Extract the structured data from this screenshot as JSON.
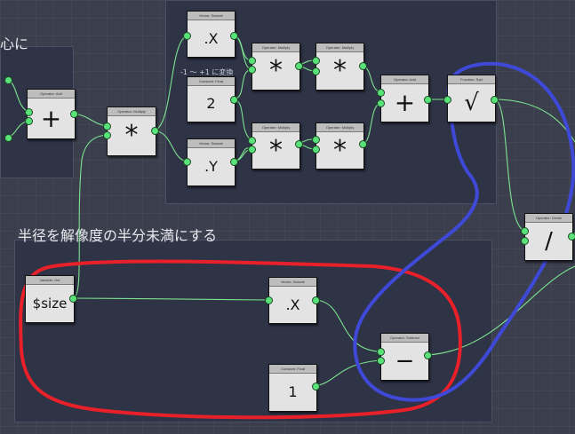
{
  "groups": {
    "left_title": "心に",
    "bottom_title": "半径を解像度の半分未満にする"
  },
  "notes": {
    "range_convert": "-1 ～ +1 に変換"
  },
  "nodes": {
    "add_left": {
      "header": "Operator: Add",
      "symbol": "+"
    },
    "mult_center": {
      "header": "Operator: Multiply",
      "symbol": "*"
    },
    "split_x_top": {
      "header": "Vector: Swizzle",
      "symbol": ".X"
    },
    "const_2": {
      "header": "Constant: Float",
      "symbol": "2"
    },
    "split_y": {
      "header": "Vector: Swizzle",
      "symbol": ".Y"
    },
    "mult_a1": {
      "header": "Operator: Multiply",
      "symbol": "*"
    },
    "mult_a2": {
      "header": "Operator: Multiply",
      "symbol": "*"
    },
    "mult_b1": {
      "header": "Operator: Multiply",
      "symbol": "*"
    },
    "mult_b2": {
      "header": "Operator: Multiply",
      "symbol": "*"
    },
    "add_right": {
      "header": "Operator: Add",
      "symbol": "+"
    },
    "sqrt": {
      "header": "Function: Sqrt",
      "symbol": "√"
    },
    "divide": {
      "header": "Operator: Divide",
      "symbol": "/"
    },
    "size_var": {
      "header": "Variable: Get",
      "symbol": "$size"
    },
    "split_x_bottom": {
      "header": "Vector: Swizzle",
      "symbol": ".X"
    },
    "subtract": {
      "header": "Operator: Subtract",
      "symbol": "−"
    },
    "const_1": {
      "header": "Constant: Float",
      "symbol": "1"
    }
  },
  "colors": {
    "background": "#3b3f4d",
    "group": "#2f3346",
    "wire": "#7ce38f",
    "port": "#59e27a",
    "red_annotation": "#e8202a",
    "blue_annotation": "#3f49d8"
  }
}
